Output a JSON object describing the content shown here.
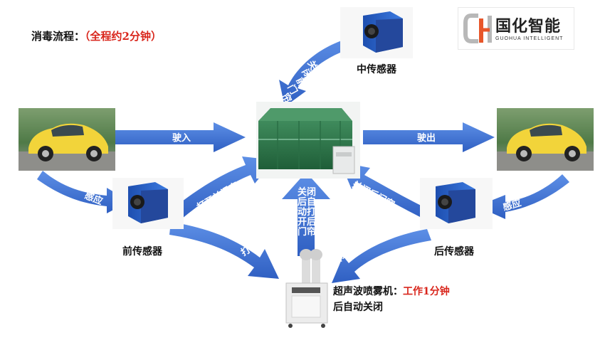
{
  "title": {
    "label": "消毒流程：",
    "duration": "（全程约2分钟）"
  },
  "logo": {
    "name_cn": "国化智能",
    "name_en": "GUOHUA INTELLIGENT"
  },
  "nodes": {
    "middle_sensor": "中传感器",
    "front_sensor": "前传感器",
    "rear_sensor": "后传感器",
    "sprayer_label": "超声波喷雾机：",
    "sprayer_work": "工作1分钟",
    "sprayer_after": "后自动关闭"
  },
  "arrows": {
    "drive_in": "驶入",
    "drive_out": "驶出",
    "sense_front": "感应",
    "sense_rear": "感应",
    "middle_close": [
      "关",
      "闭",
      "前",
      "门",
      "帘"
    ],
    "open_front_curtain": "打开前门帘",
    "close_open_curtains": [
      "关闭",
      "后自",
      "动打",
      "开后",
      "门帘"
    ],
    "close_rear_curtain": "关闭后门帘",
    "open": "打开",
    "close": "关闭"
  },
  "colors": {
    "arrow": "#3d6fd3",
    "accent_red": "#d9261c",
    "tent_green": "#2e7d4e",
    "sensor_blue": "#2a63c9"
  }
}
